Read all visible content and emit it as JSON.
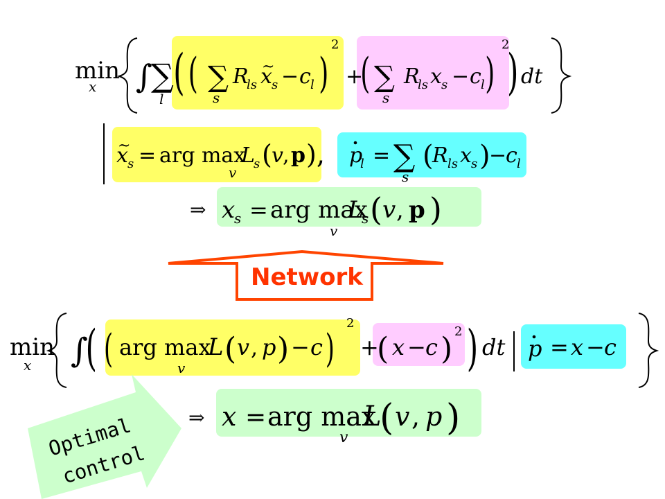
{
  "arrow_label": "Network",
  "side_label": {
    "line1": "Optimal",
    "line2": "control"
  },
  "colors": {
    "network_arrow": "#ff4400",
    "optimal_arrow": "#ccffcc",
    "yellow_box": "#ffff66",
    "pink_box": "#ffccff",
    "cyan_box": "#66ffff",
    "green_box": "#ccffcc"
  },
  "equations": {
    "top_objective": "min_x { ∫ Σ_l ( ( Σ_s R_ls x̃_s − c_l )² + ( Σ_s R_ls x_s − c_l )² ) dt }",
    "top_constraint_x": "x̃_s = arg max_v L_s(v, p),",
    "top_constraint_p": "ṗ_l = Σ_s (R_ls x_s) − c_l",
    "top_result": "⇒ x_s = arg max_v L_s(v, p)",
    "bottom_objective": "min_x { ∫ ( ( arg max_v L(v, p) − c )² + (x − c)² ) dt | ṗ = x − c }",
    "bottom_result": "⇒ x = arg max_v L(v, p)"
  }
}
